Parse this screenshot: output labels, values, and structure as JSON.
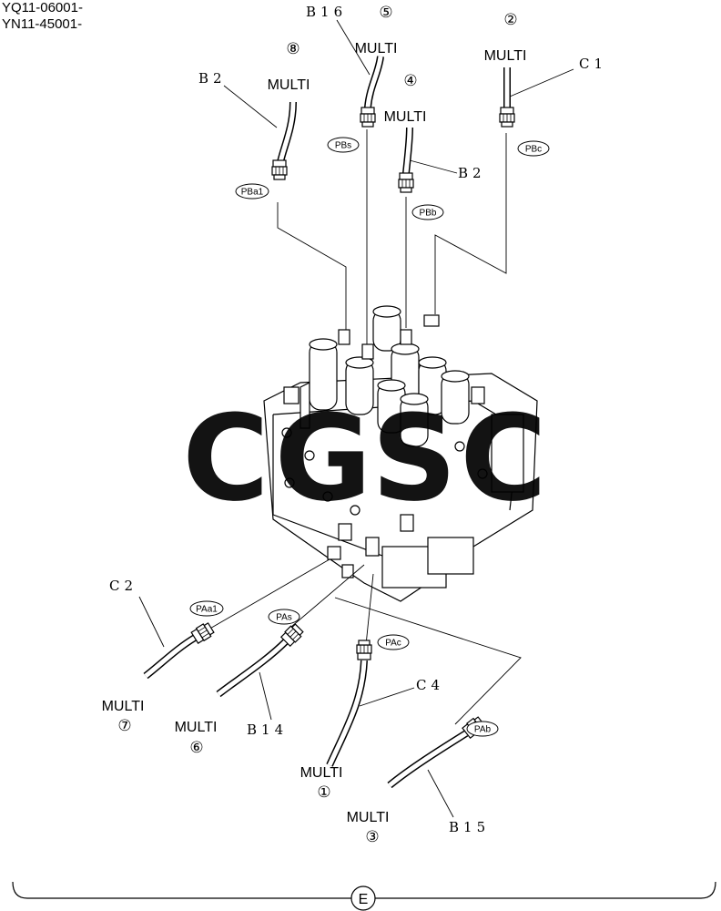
{
  "serials": [
    "YQ11-06001-",
    "YN11-45001-"
  ],
  "labels": {
    "multi": "MULTI",
    "b16": "B16",
    "b2a": "B2",
    "b2b": "B2",
    "c1": "C1",
    "c2": "C2",
    "c4": "C4",
    "b14": "B14",
    "b15": "B15"
  },
  "circled": {
    "n5": "⑤",
    "n2": "②",
    "n8": "⑧",
    "n4": "④",
    "n7": "⑦",
    "n6": "⑥",
    "n1": "①",
    "n3": "③",
    "e": "E"
  },
  "ports": {
    "pbs": "PBs",
    "pbc": "PBc",
    "pba1": "PBa1",
    "pbb": "PBb",
    "paa1": "PAa1",
    "pas": "PAs",
    "pac": "PAc",
    "pab": "PAb"
  },
  "watermark": {
    "letters": [
      "C",
      "G",
      "S",
      "C"
    ],
    "colors": [
      "#6aa8f7",
      "#f4776a",
      "#f7d25a",
      "#3fae7d"
    ]
  }
}
